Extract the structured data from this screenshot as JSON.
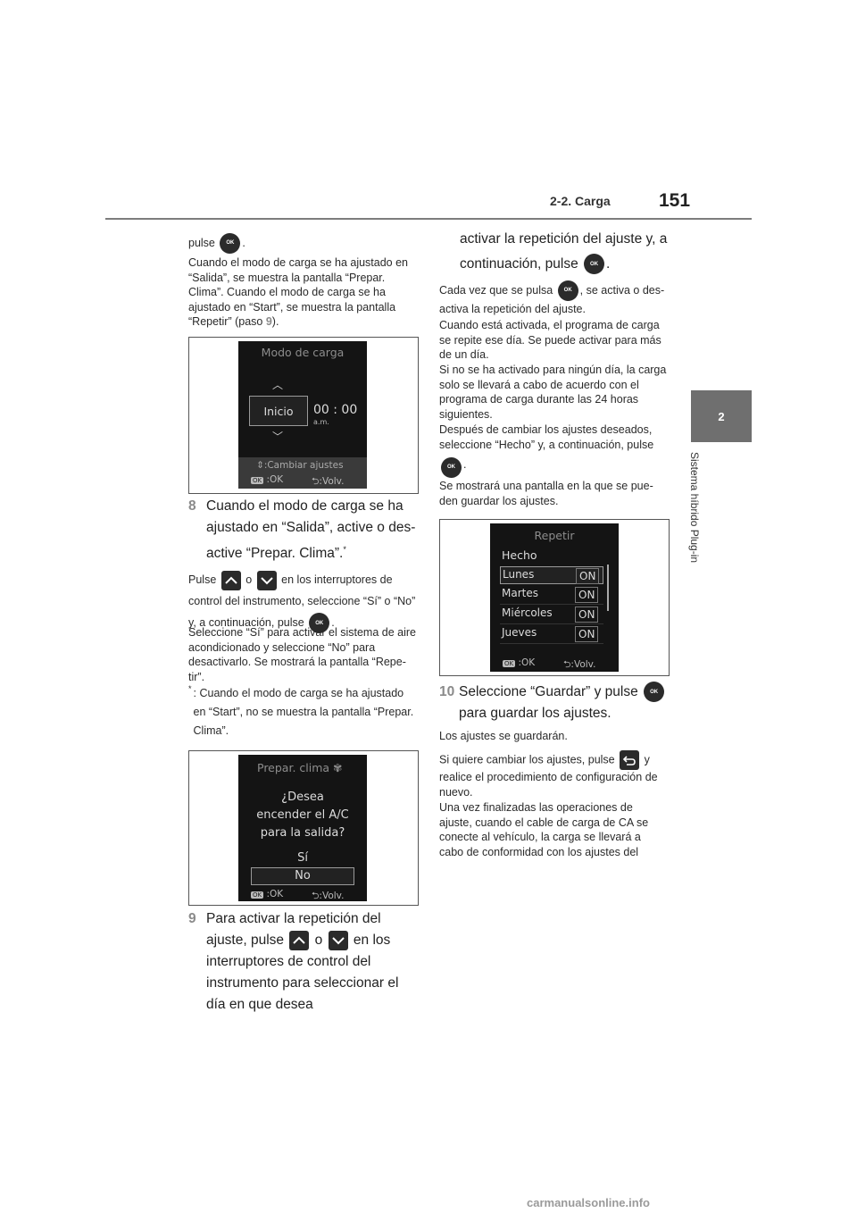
{
  "header": {
    "section": "2-2. Carga",
    "page_number": "151"
  },
  "side_tab": {
    "number": "2",
    "label": "Sistema híbrido Plug-in"
  },
  "left_col": {
    "intro_pre": "pulse",
    "intro_post": ".",
    "para1": "Cuando el modo de carga se ha ajustado en “Salida”, se muestra la pantalla “Prepar. Clima”. Cuando el modo de carga se ha ajustado en “Start”, se muestra la pantalla “Repetir” (paso ",
    "para1_ref": "9",
    "para1_end": ").",
    "step8_num": "8",
    "step8_text": "Cuando el modo de carga se ha ajustado en “Salida”, active o des­active “Prepar. Clima”.",
    "step8_sup": "*",
    "step8_p1_a": "Pulse",
    "step8_p1_o": "o",
    "step8_p1_b": "en los interruptores de con­trol del instrumento, seleccione “Sí” o “No” y, a continuación, pulse",
    "step8_p1_end": ".",
    "step8_p2": "Seleccione “Sí” para activar el sistema de aire acondicionado y seleccione “No” para desactivarlo. Se mostrará la pantalla “Repe­tir”.",
    "note_mark": "*",
    "note_text": ": Cuando el modo de carga se ha ajustado en “Start”, no se muestra la pantalla “Pre­par. Clima”.",
    "step9_num": "9",
    "step9_a": "Para activar la repetición del ajuste, pulse",
    "step9_o": "o",
    "step9_b": "en los interruptores de control del instrumento para seleccionar el día en que desea"
  },
  "right_col": {
    "cont_text": "activar la repetición del ajuste y, a continuación, pulse",
    "cont_end": ".",
    "p1_a": "Cada vez que se pulsa",
    "p1_b": ", se activa o des­activa la repetición del ajuste.",
    "p2": "Cuando está activada, el programa de carga se repite ese día. Se puede activar para más de un día.",
    "p3": "Si no se ha activado para ningún día, la carga solo se llevará a cabo de acuerdo con el programa de carga durante las 24 horas siguientes.",
    "p4_a": "Después de cambiar los ajustes deseados, seleccione “Hecho” y, a continuación, pulse",
    "p4_end": ".",
    "p5": "Se mostrará una pantalla en la que se pue­den guardar los ajustes.",
    "step10_num": "10",
    "step10_a": "Seleccione “Guardar” y pulse",
    "step10_b": "para guardar los ajustes.",
    "p6": "Los ajustes se guardarán.",
    "p7_a": "Si quiere cambiar los ajustes, pulse",
    "p7_b": "y realice el procedimiento de configuración de nuevo.",
    "p8": "Una vez finalizadas las operaciones de ajuste, cuando el cable de carga de CA se conecte al vehículo, la carga se llevará a cabo de conformidad con los ajustes del"
  },
  "ok_label": "OK",
  "screen_charge": {
    "title": "Modo de carga",
    "option": "Inicio",
    "time": "00 : 00",
    "ampm": "a.m.",
    "change": ":Cambiar ajustes",
    "ok": ":OK",
    "back": ":Volv."
  },
  "screen_clima": {
    "title": "Prepar. clima",
    "q1": "¿Desea",
    "q2": "encender el A/C",
    "q3": "para la salida?",
    "yes": "Sí",
    "no": "No",
    "ok": ":OK",
    "back": ":Volv."
  },
  "screen_repeat": {
    "title": "Repetir",
    "done": "Hecho",
    "days": [
      {
        "name": "Lunes",
        "state": "ON"
      },
      {
        "name": "Martes",
        "state": "ON"
      },
      {
        "name": "Miércoles",
        "state": "ON"
      },
      {
        "name": "Jueves",
        "state": "ON"
      }
    ],
    "ok": ":OK",
    "back": ":Volv."
  },
  "watermark": "carmanualsonline.info"
}
